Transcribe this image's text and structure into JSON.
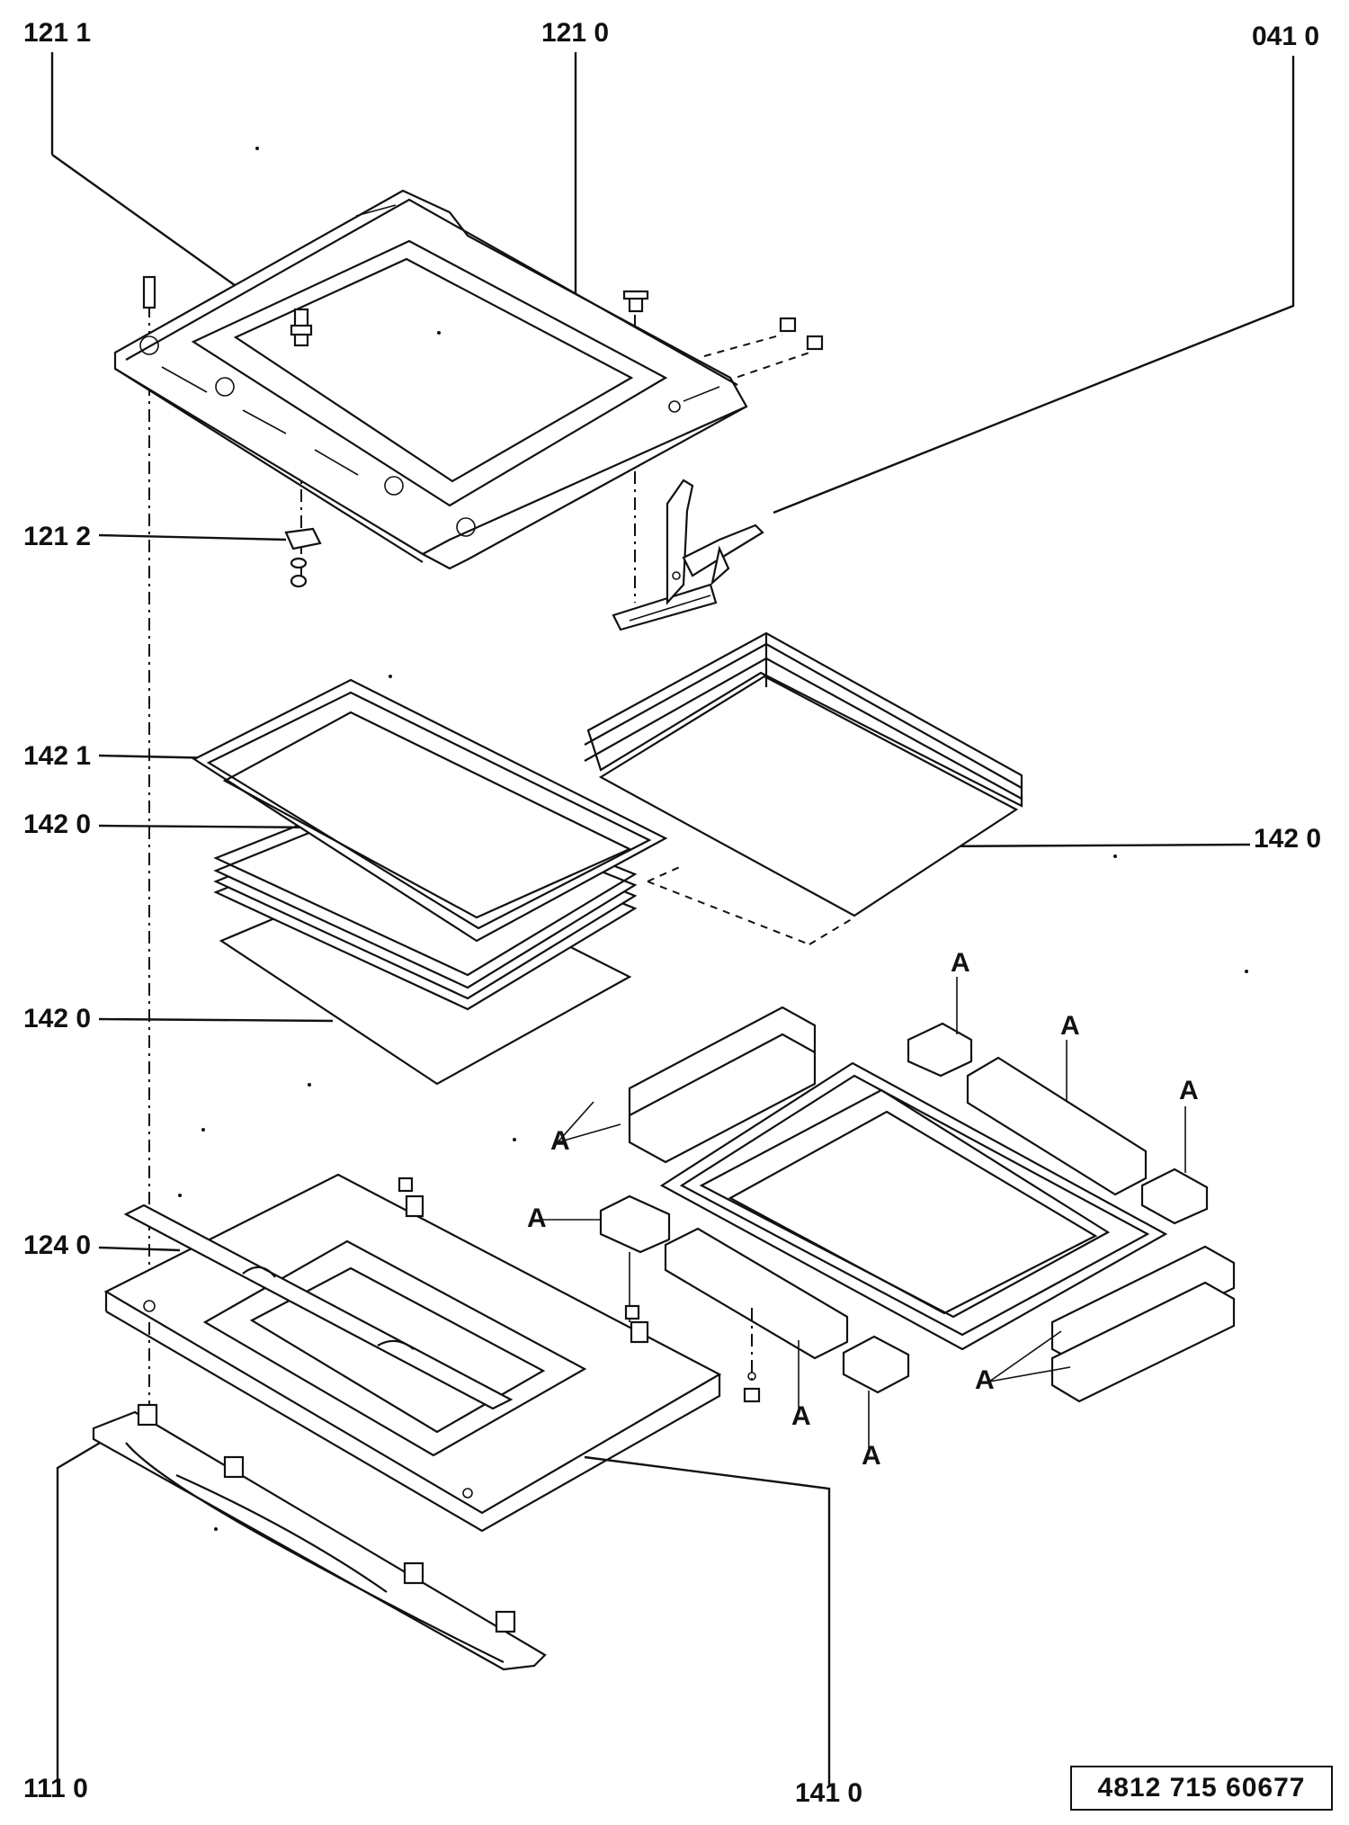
{
  "callouts": {
    "c1211": "121 1",
    "c1210": "121 0",
    "c0410": "041 0",
    "c1212": "121 2",
    "c1421": "142 1",
    "c1420a": "142 0",
    "c1420b": "142 0",
    "c1420c": "142 0",
    "c1240": "124 0",
    "c1110": "111 0",
    "c1410": "141 0"
  },
  "markers": {
    "a": "A"
  },
  "document_number": "4812  715  60677"
}
